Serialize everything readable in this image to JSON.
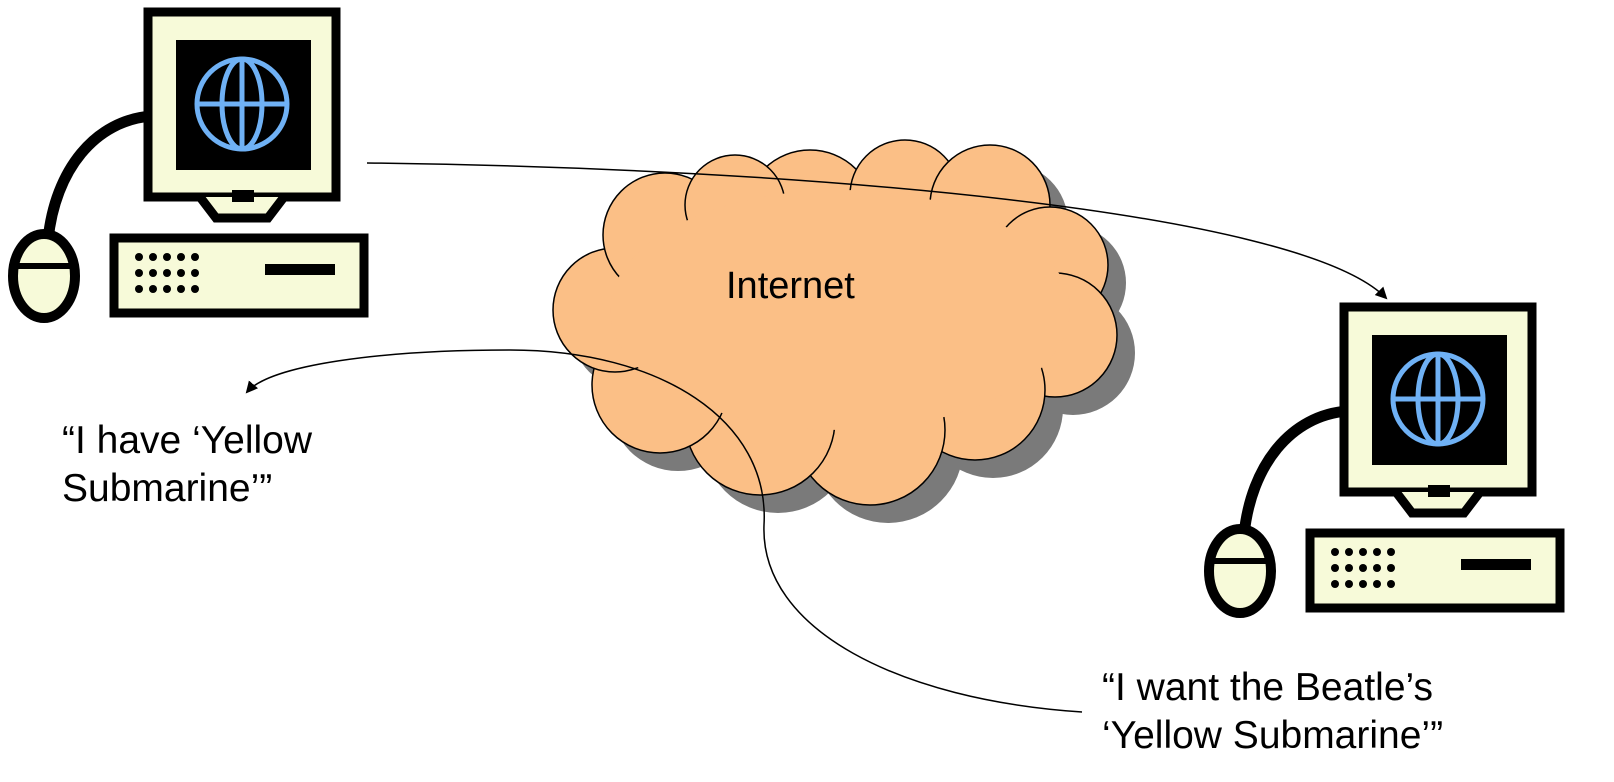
{
  "diagram": {
    "cloud_label": "Internet",
    "caption_have_line1": "“I have ‘Yellow",
    "caption_have_line2": "Submarine’”",
    "caption_want_line1": "“I want the Beatle’s",
    "caption_want_line2": "‘Yellow Submarine’”"
  },
  "nodes": [
    {
      "id": "computer-left",
      "icon": "desktop-computer-icon"
    },
    {
      "id": "computer-right",
      "icon": "desktop-computer-icon"
    },
    {
      "id": "internet-cloud",
      "icon": "cloud-icon"
    }
  ],
  "edges": [
    {
      "from": "computer-left",
      "to": "computer-right",
      "note": "query arrow"
    },
    {
      "from": "caption-want",
      "to": "caption-have",
      "note": "response arrow"
    }
  ],
  "colors": {
    "monitor_fill": "#f7fad9",
    "screen": "#000000",
    "globe": "#6fb1f5",
    "cloud_fill": "#fbbf86",
    "cloud_shadow": "#7a7a7a",
    "outline": "#000000"
  }
}
